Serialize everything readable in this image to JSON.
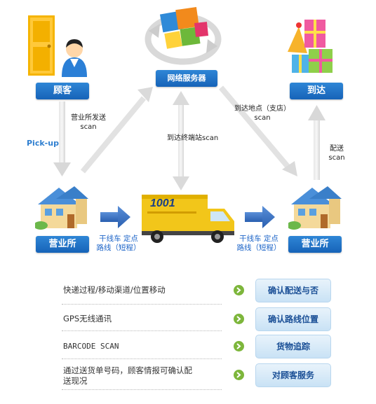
{
  "nodes": {
    "customer": "顾客",
    "server": "网络服务器",
    "arrive": "到达",
    "office_left": "营业所",
    "office_right": "营业所"
  },
  "labels": {
    "office_send": "营业所发送",
    "office_send_scan": "scan",
    "pickup": "Pick-up",
    "arrive_terminal": "到达终端站scan",
    "arrive_branch": "到达地点（支店）",
    "arrive_branch_scan": "scan",
    "deliver": "配送",
    "deliver_scan": "scan",
    "route_left_1": "干线车  定点",
    "route_left_2": "路线（短程）",
    "route_right_1": "干线车  定点",
    "route_right_2": "路线（短程）",
    "truck_number": "1001"
  },
  "features": [
    {
      "text": "快递过程/移动渠道/位置移动",
      "button": "确认配送与否"
    },
    {
      "text": "GPS无线通讯",
      "button": "确认路线位置"
    },
    {
      "text": "BARCODE  SCAN",
      "button": "货物追踪"
    },
    {
      "text_line1": "通过送货单号码，顾客情报可确认配",
      "text_line2": "送现况",
      "button": "对顾客服务"
    }
  ],
  "colors": {
    "node_blue": "#1e6fc6",
    "arrow_gray": "#dcdcdc",
    "arrow_blue": "#3a6fc0",
    "label_blue": "#1c64c8",
    "go_green": "#7db63b"
  }
}
